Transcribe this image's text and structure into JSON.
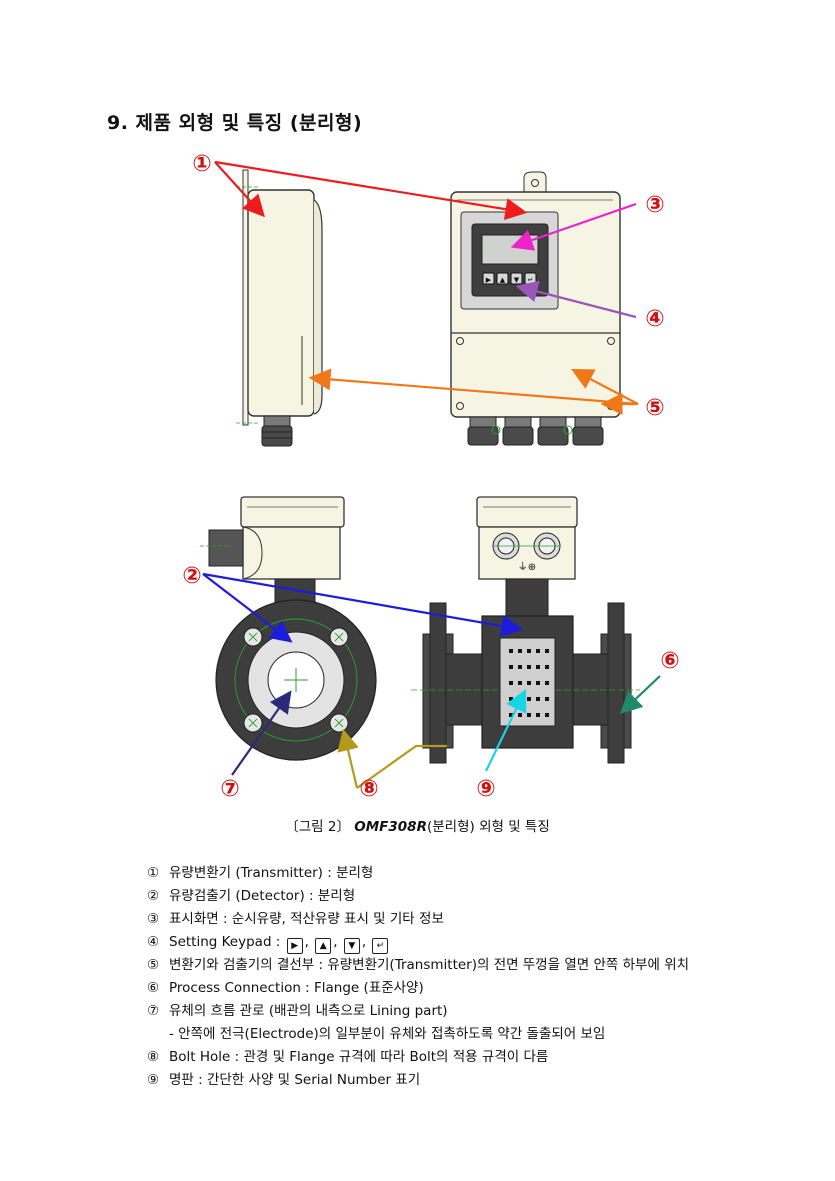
{
  "heading": "9. 제품 외형 및 특징 (분리형)",
  "callouts": [
    "①",
    "②",
    "③",
    "④",
    "⑤",
    "⑥",
    "⑦",
    "⑧",
    "⑨"
  ],
  "caption": {
    "prefix": "〔그림 2〕",
    "model": "OMF308R",
    "suffix": "(분리형) 외형 및 특징"
  },
  "legend": [
    {
      "num": "①",
      "text": "유량변환기 (Transmitter) : 분리형"
    },
    {
      "num": "②",
      "text": "유량검출기 (Detector) : 분리형"
    },
    {
      "num": "③",
      "text": "표시화면 : 순시유량, 적산유량 표시 및 기타 정보"
    },
    {
      "num": "④",
      "text": "Setting Keypad :"
    },
    {
      "num": "⑤",
      "text": "변환기와 검출기의 결선부 : 유량변환기(Transmitter)의 전면 뚜껑을 열면 안쪽 하부에 위치"
    },
    {
      "num": "⑥",
      "text": "Process Connection : Flange (표준사양)"
    },
    {
      "num": "⑦",
      "text": "유체의 흐름 관로 (배관의 내측으로 Lining part)"
    },
    {
      "num": "",
      "text": "- 안쪽에 전극(Electrode)의 일부분이 유체와 접촉하도록 약간 돌출되어 보임"
    },
    {
      "num": "⑧",
      "text": "Bolt Hole : 관경 및 Flange 규격에 따라 Bolt의 적용 규격이 다름"
    },
    {
      "num": "⑨",
      "text": "명판 : 간단한 사양 및 Serial Number 표기"
    }
  ],
  "keypad_keys": [
    "▶",
    "▲",
    "▼",
    "↵"
  ],
  "colors": {
    "housing": "#f6f4e3",
    "pipe": "#3d3d3d",
    "arrow1": "#ee1c1c",
    "arrow2": "#1c1cdc",
    "arrow3": "#ee22cc",
    "arrow4": "#9a55b8",
    "arrow5": "#f07818",
    "arrow6": "#1f8a6a",
    "arrow7": "#2a2a7a",
    "arrow8": "#b39a1c",
    "arrow9": "#16d6e6",
    "callout": "#d21010"
  }
}
